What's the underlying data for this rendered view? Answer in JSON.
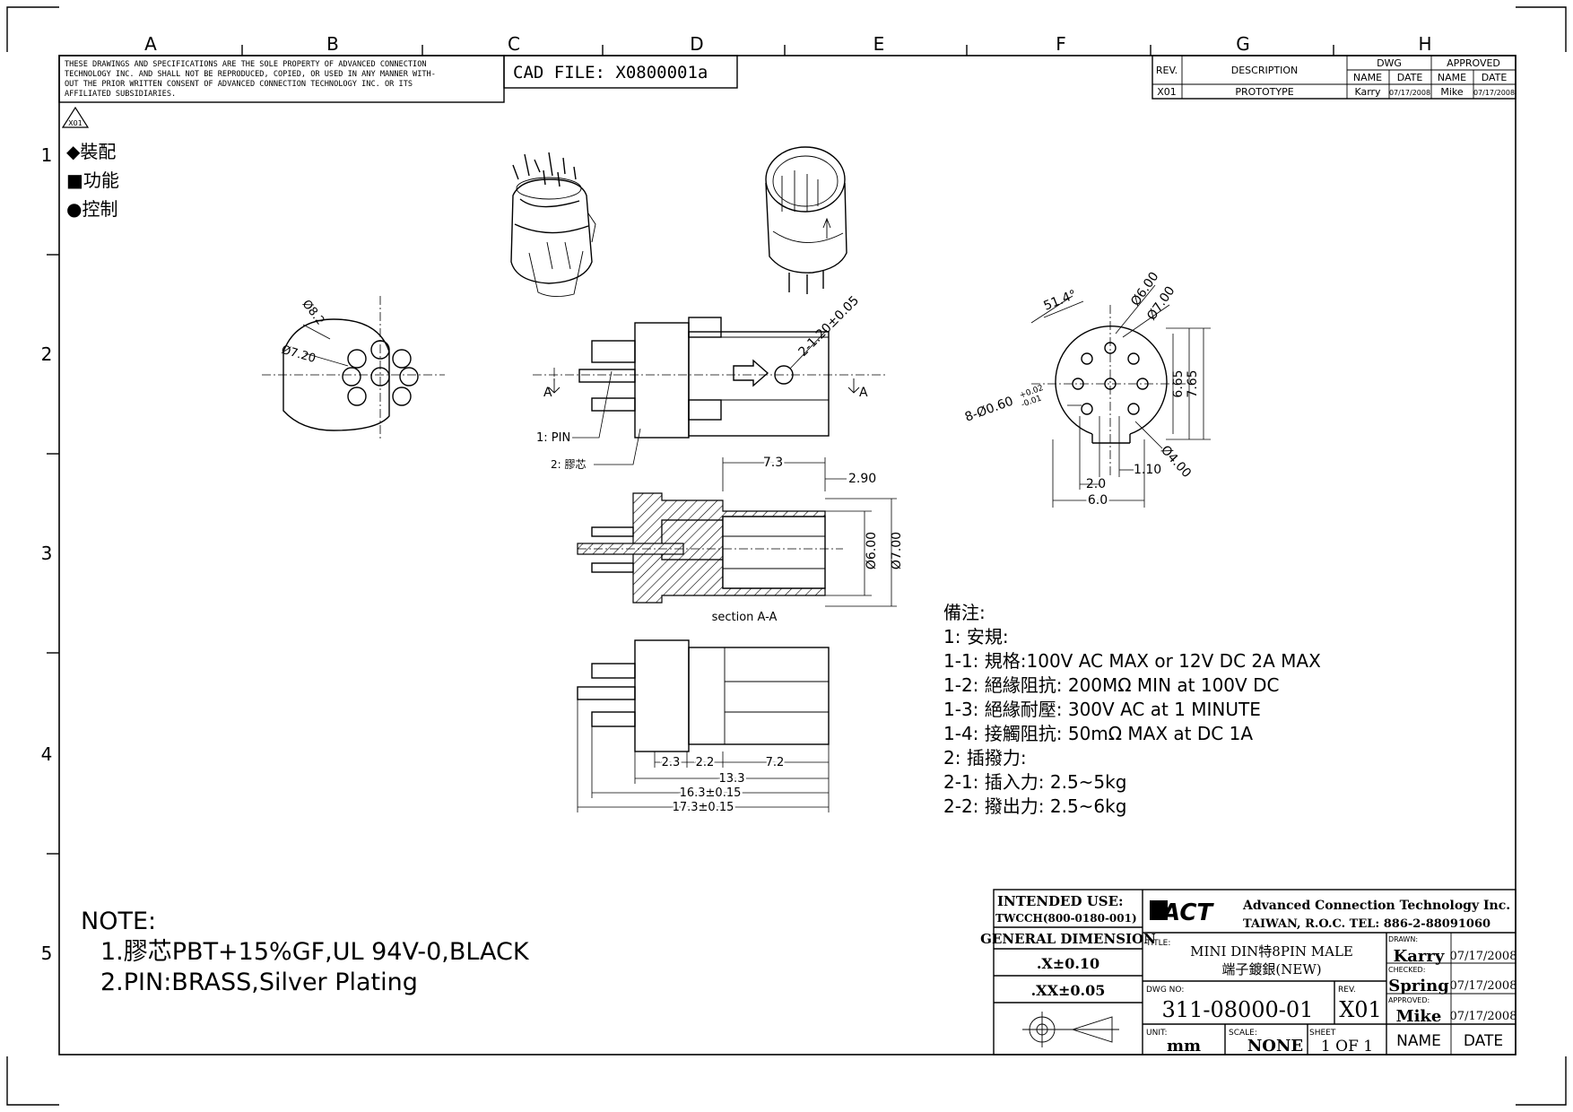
{
  "border": {
    "columns": [
      "A",
      "B",
      "C",
      "D",
      "E",
      "F",
      "G",
      "H"
    ],
    "rows": [
      "1",
      "2",
      "3",
      "4",
      "5"
    ]
  },
  "disclaimer": [
    "THESE DRAWINGS AND SPECIFICATIONS ARE THE SOLE PROPERTY OF ADVANCED CONNECTION",
    "TECHNOLOGY INC. AND SHALL NOT BE REPRODUCED, COPIED, OR USED IN ANY MANNER WITH-",
    "OUT THE PRIOR WRITTEN CONSENT OF ADVANCED CONNECTION TECHNOLOGY INC. OR ITS",
    "AFFILIATED SUBSIDIARIES."
  ],
  "cad_file": "CAD FILE: X0800001a",
  "revision_table": {
    "rev_header": "REV.",
    "description_header": "DESCRIPTION",
    "dwg_header": "DWG",
    "approved_header": "APPROVED",
    "name_header": "NAME",
    "date_header": "DATE",
    "row": {
      "rev": "X01",
      "description": "PROTOTYPE",
      "dwg_name": "Karry",
      "dwg_date": "07/17/2008",
      "approved_name": "Mike",
      "approved_date": "07/17/2008"
    }
  },
  "rev_triangle": "X01",
  "legend": [
    "◆裝配",
    "■功能",
    "●控制"
  ],
  "dimensions": {
    "front_od": "Ø8.2",
    "front_pin_circle": "Ø7.20",
    "pin_hole": "2-1.20±0.05",
    "section_mark": "A",
    "pin_callout": "1: PIN",
    "insulator_callout": "2: 膠芯",
    "angle": "51.4°",
    "pcb_d6": "Ø6.00",
    "pcb_d7": "Ø7.00",
    "pcb_h1": "6.65",
    "pcb_h2": "7.65",
    "pcb_holes": "8-Ø0.60",
    "pcb_holes_tol_plus": "+0.02",
    "pcb_holes_tol_minus": "-0.01",
    "pcb_d4": "Ø4.00",
    "pcb_110": "1.10",
    "pcb_20": "2.0",
    "pcb_60": "6.0",
    "sec_73": "7.3",
    "sec_290": "2.90",
    "sec_d600": "Ø6.00",
    "sec_d700": "Ø7.00",
    "section_label": "section A-A",
    "bot_23": "2.3",
    "bot_22": "2.2",
    "bot_72": "7.2",
    "bot_133": "13.3",
    "bot_163": "16.3±0.15",
    "bot_173": "17.3±0.15"
  },
  "remarks": [
    "備注:",
    "1: 安規:",
    "1-1: 規格:100V AC MAX or 12V DC 2A MAX",
    "1-2: 絕緣阻抗: 200MΩ  MIN at 100V DC",
    "1-3: 絕緣耐壓: 300V AC at 1 MINUTE",
    "1-4: 接觸阻抗: 50mΩ  MAX at DC 1A",
    "2: 插撥力:",
    "2-1: 插入力: 2.5~5kg",
    "2-2: 撥出力: 2.5~6kg"
  ],
  "notes": {
    "heading": "NOTE:",
    "items": [
      "1.膠芯PBT+15%GF,UL 94V-0,BLACK",
      "2.PIN:BRASS,Silver Plating"
    ]
  },
  "title_block": {
    "intended_use_label": "INTENDED USE:",
    "intended_use_value": "TWCCH(800-0180-001)",
    "general_dimension": "GENERAL DIMENSION",
    "tol_x": ".X±0.10",
    "tol_xx": ".XX±0.05",
    "logo": "ACT",
    "company": "Advanced Connection Technology Inc.",
    "address": "TAIWAN, R.O.C.   TEL: 886-2-88091060",
    "title_label": "TITLE:",
    "title_line1": "MINI DIN特8PIN MALE",
    "title_line2": "端子鍍銀(NEW)",
    "dwg_no_label": "DWG NO:",
    "dwg_no": "311-08000-01",
    "rev_label": "REV.",
    "rev": "X01",
    "drawn_label": "DRAWN:",
    "drawn_name": "Karry",
    "drawn_date": "07/17/2008",
    "checked_label": "CHECKED:",
    "checked_name": "Spring",
    "checked_date": "07/17/2008",
    "approved_label": "APPROVED:",
    "approved_name": "Mike",
    "approved_date": "07/17/2008",
    "unit_label": "UNIT:",
    "unit": "mm",
    "scale_label": "SCALE:",
    "scale": "NONE",
    "sheet_label": "SHEET",
    "sheet": "1 OF 1",
    "name_footer": "NAME",
    "date_footer": "DATE"
  }
}
